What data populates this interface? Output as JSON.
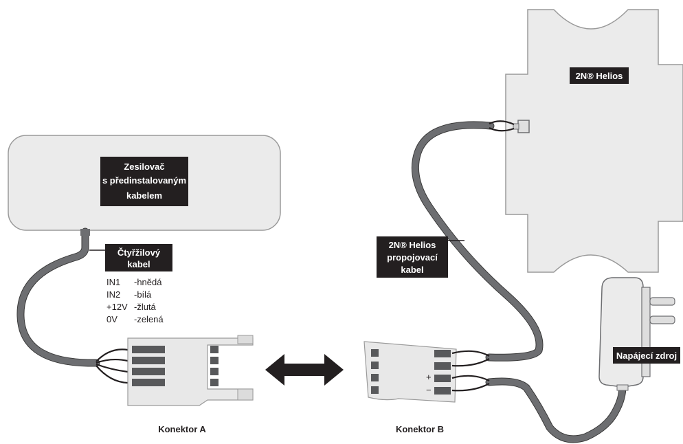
{
  "amplifier": {
    "label_lines": [
      "Zesilovač",
      "s předinstalovaným",
      "kabelem"
    ]
  },
  "four_wire_cable": {
    "label_lines": [
      "Čtyřžilový",
      "kabel"
    ],
    "wiring": [
      {
        "pin": "IN1",
        "color": "-hnědá"
      },
      {
        "pin": "IN2",
        "color": "-bílá"
      },
      {
        "pin": "+12V",
        "color": "-žlutá"
      },
      {
        "pin": "0V",
        "color": "-zelená"
      }
    ]
  },
  "helios": {
    "label": "2N® Helios",
    "cable_label_lines": [
      "2N® Helios",
      "propojovací",
      "kabel"
    ]
  },
  "power_supply": {
    "label": "Napájecí zdroj"
  },
  "connector_a": {
    "caption": "Konektor A"
  },
  "connector_b": {
    "caption": "Konektor B",
    "plus": "+",
    "minus": "−"
  }
}
